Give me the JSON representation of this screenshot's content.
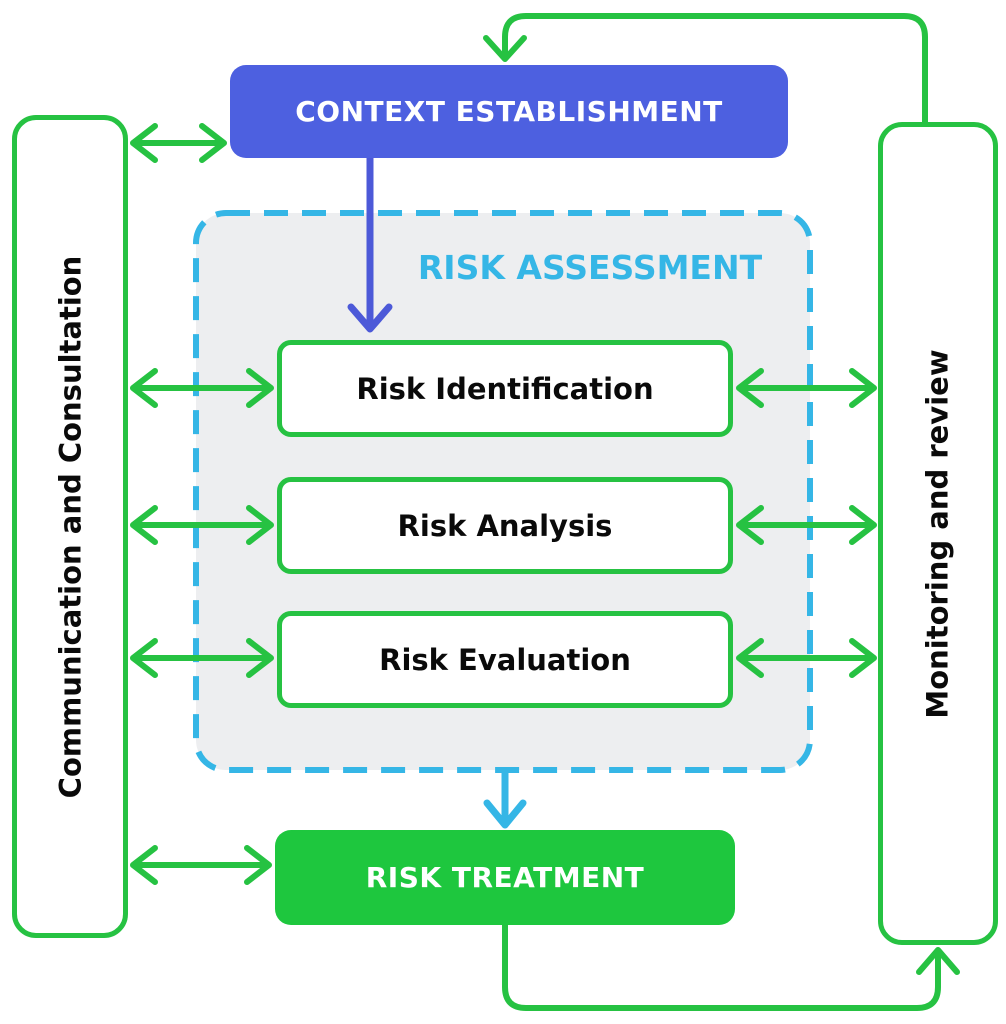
{
  "diagram": {
    "type": "flowchart",
    "subject": "risk management process",
    "nodes": {
      "context": "CONTEXT ESTABLISHMENT",
      "risk_assessment": "RISK ASSESSMENT",
      "risk_identification": "Risk Identification",
      "risk_analysis": "Risk Analysis",
      "risk_evaluation": "Risk Evaluation",
      "risk_treatment": "RISK TREATMENT",
      "communication": "Communication and Consultation",
      "monitoring": "Monitoring and review"
    },
    "edges": [
      "communication <-> context",
      "communication <-> risk_identification",
      "communication <-> risk_analysis",
      "communication <-> risk_evaluation",
      "communication <-> risk_treatment",
      "risk_identification <-> monitoring",
      "risk_analysis <-> monitoring",
      "risk_evaluation <-> monitoring",
      "context -> risk_identification",
      "risk_assessment -> risk_treatment",
      "monitoring -> context (top feedback loop)",
      "risk_treatment -> monitoring (bottom feedback loop)"
    ],
    "colors": {
      "green": "#26c242",
      "green-fill": "#1ec73e",
      "blue-fill": "#4d60e0",
      "blue-arrow": "#4c59d8",
      "cyan": "#35b6e6",
      "assessment-fill": "#edeef0",
      "text-dark": "#0a0a0a",
      "text-light": "#ffffff"
    }
  }
}
